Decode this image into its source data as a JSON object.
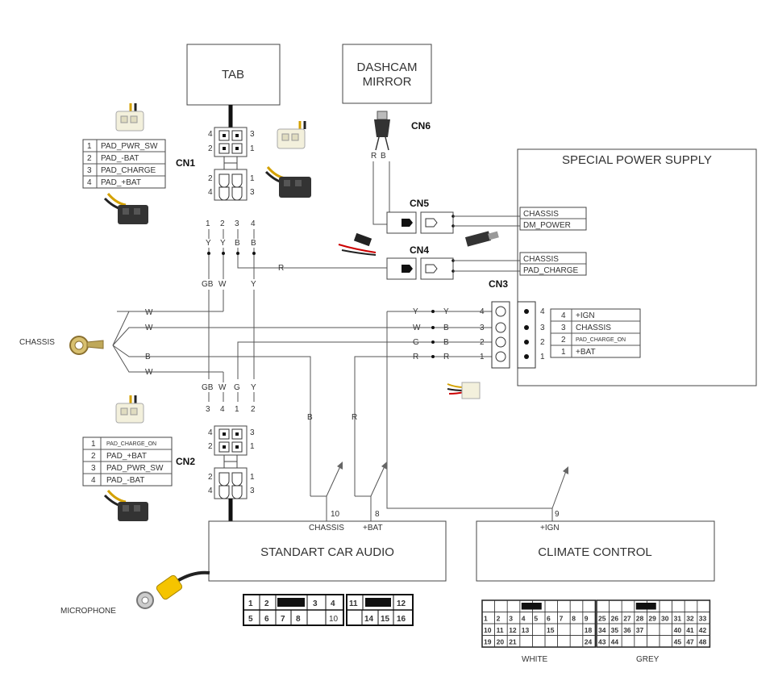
{
  "boxes": {
    "tab": "TAB",
    "dashcam_line1": "DASHCAM",
    "dashcam_line2": "MIRROR",
    "special_power": "SPECIAL POWER SUPPLY",
    "car_audio": "STANDART CAR AUDIO",
    "climate": "CLIMATE CONTROL"
  },
  "connectors": {
    "cn1": "CN1",
    "cn2": "CN2",
    "cn3": "CN3",
    "cn4": "CN4",
    "cn5": "CN5",
    "cn6": "CN6"
  },
  "cn1_table": [
    {
      "n": "1",
      "label": "PAD_PWR_SW"
    },
    {
      "n": "2",
      "label": "PAD_-BAT"
    },
    {
      "n": "3",
      "label": "PAD_CHARGE"
    },
    {
      "n": "4",
      "label": "PAD_+BAT"
    }
  ],
  "cn2_table": [
    {
      "n": "1",
      "label": "PAD_CHARGE_ON"
    },
    {
      "n": "2",
      "label": "PAD_+BAT"
    },
    {
      "n": "3",
      "label": "PAD_PWR_SW"
    },
    {
      "n": "4",
      "label": "PAD_-BAT"
    }
  ],
  "cn3_table": [
    {
      "n": "4",
      "label": "+IGN"
    },
    {
      "n": "3",
      "label": "CHASSIS"
    },
    {
      "n": "2",
      "label": "PAD_CHARGE_ON"
    },
    {
      "n": "1",
      "label": "+BAT"
    }
  ],
  "cn5_labels": [
    "CHASSIS",
    "DM_POWER"
  ],
  "cn4_labels": [
    "CHASSIS",
    "PAD_CHARGE"
  ],
  "cn1_pins_top": [
    "4",
    "3",
    "2",
    "1"
  ],
  "cn1_pins_bottom": [
    "2",
    "1",
    "4",
    "3"
  ],
  "cn2_pins_top": [
    "4",
    "3",
    "2",
    "1"
  ],
  "cn2_pins_bottom": [
    "2",
    "1",
    "4",
    "3"
  ],
  "bus_top": {
    "numbers": [
      "1",
      "2",
      "3",
      "4"
    ],
    "colors": [
      "Y",
      "Y",
      "B",
      "B"
    ],
    "lower": [
      "GB",
      "W",
      "Y"
    ]
  },
  "bus_bottom": {
    "colors": [
      "GB",
      "W",
      "G",
      "Y"
    ],
    "numbers": [
      "3",
      "4",
      "1",
      "2"
    ]
  },
  "chassis_label": "CHASSIS",
  "chassis_wires": [
    "W",
    "W",
    "B",
    "W"
  ],
  "r_label": "R",
  "cn6_wires": [
    "R",
    "B"
  ],
  "cn3_wires": [
    {
      "left": "Y",
      "right": "Y",
      "pin": "4"
    },
    {
      "left": "W",
      "right": "B",
      "pin": "3"
    },
    {
      "left": "G",
      "right": "B",
      "pin": "2"
    },
    {
      "left": "R",
      "right": "R",
      "pin": "1"
    }
  ],
  "cn3_side_pins": [
    "4",
    "3",
    "2",
    "1"
  ],
  "drop_wires": {
    "b": "B",
    "r": "R"
  },
  "audio_pins": [
    {
      "num": "10",
      "label": "CHASSIS"
    },
    {
      "num": "8",
      "label": "+BAT"
    }
  ],
  "climate_pin": {
    "num": "9",
    "label": "+IGN"
  },
  "microphone": "MICROPHONE",
  "audio_plug": {
    "left_top": [
      "1",
      "2",
      "",
      "3",
      "4"
    ],
    "left_bottom": [
      "5",
      "6",
      "7",
      "8",
      "10"
    ],
    "right_top": [
      "11",
      "",
      "12"
    ],
    "right_bottom": [
      "",
      "14",
      "15",
      "16"
    ]
  },
  "climate_plug": {
    "white_label": "WHITE",
    "grey_label": "GREY",
    "white_rows": [
      [
        "",
        "",
        "",
        "",
        "",
        "",
        "",
        "",
        ""
      ],
      [
        "1",
        "2",
        "3",
        "4",
        "5",
        "6",
        "7",
        "8",
        "9"
      ],
      [
        "10",
        "11",
        "12",
        "13",
        "",
        "15",
        "",
        "",
        "18"
      ],
      [
        "19",
        "20",
        "21",
        "",
        "",
        "",
        "",
        "",
        "24"
      ]
    ],
    "grey_rows": [
      [
        "",
        "",
        "",
        "",
        "",
        "",
        "",
        "",
        ""
      ],
      [
        "25",
        "26",
        "27",
        "28",
        "29",
        "30",
        "31",
        "32",
        "33"
      ],
      [
        "34",
        "35",
        "36",
        "37",
        "",
        "",
        "40",
        "41",
        "42"
      ],
      [
        "43",
        "44",
        "",
        "",
        "",
        "",
        "45",
        "47",
        "48"
      ]
    ]
  }
}
